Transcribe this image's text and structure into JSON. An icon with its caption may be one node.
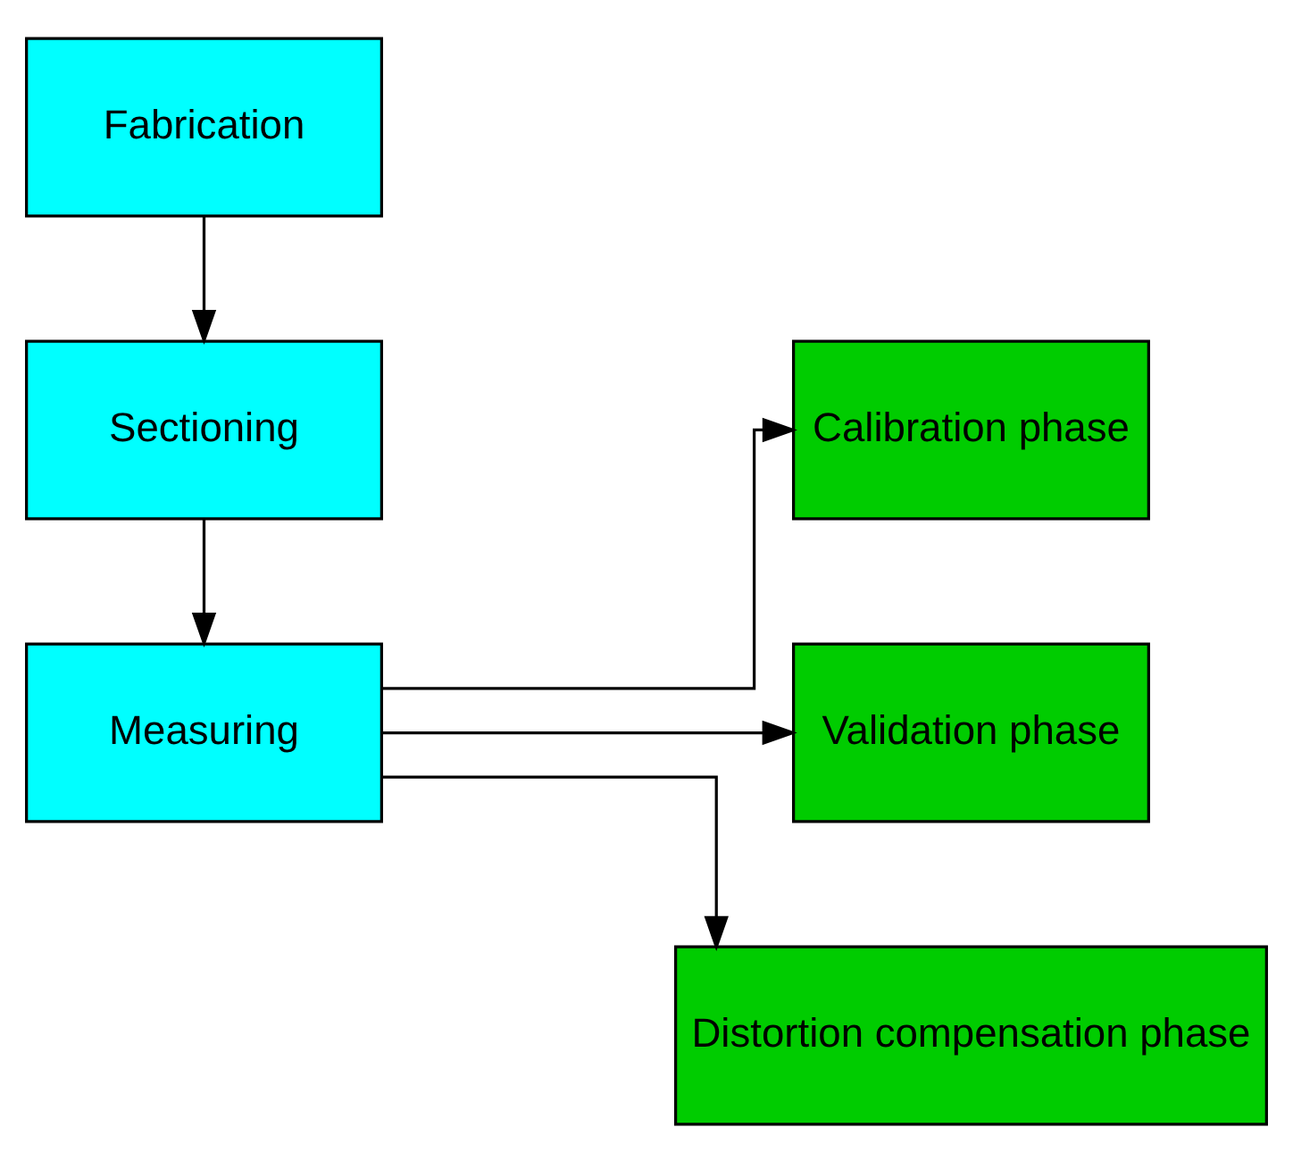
{
  "diagram": {
    "nodes": [
      {
        "text": [
          "Fabrication"
        ]
      },
      {
        "text": [
          "Sectioning"
        ]
      },
      {
        "text": [
          "Measuring"
        ]
      },
      {
        "text": [
          "Calibration phase"
        ]
      },
      {
        "text": [
          "Validation phase"
        ]
      },
      {
        "text": [
          "Distortion compensation phase"
        ]
      }
    ],
    "edges": [
      {
        "from": 0,
        "to": 1,
        "arrow": "to"
      },
      {
        "from": 1,
        "to": 2,
        "arrow": "to"
      },
      {
        "from": 2,
        "to": 3,
        "arrow": "to"
      },
      {
        "from": 2,
        "to": 4,
        "arrow": "to"
      },
      {
        "from": 2,
        "to": 5,
        "arrow": "to"
      }
    ]
  }
}
